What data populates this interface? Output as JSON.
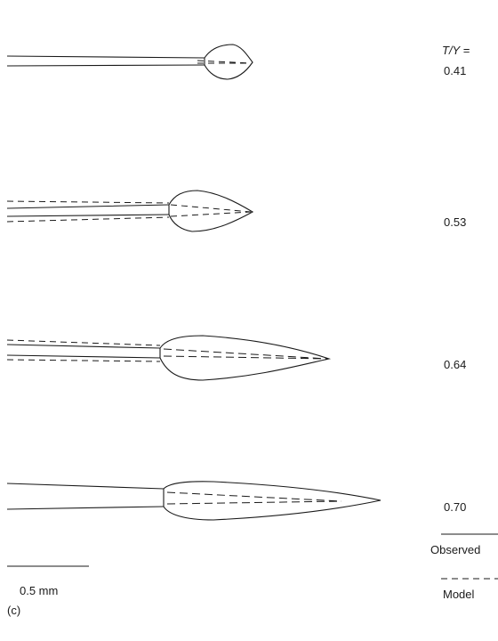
{
  "figure": {
    "param_label": "T/Y =",
    "values": [
      "0.41",
      "0.53",
      "0.64",
      "0.70"
    ],
    "legend": {
      "observed": "Observed",
      "model": "Model"
    },
    "scale_bar": "0.5 mm",
    "panel": "(c)"
  }
}
